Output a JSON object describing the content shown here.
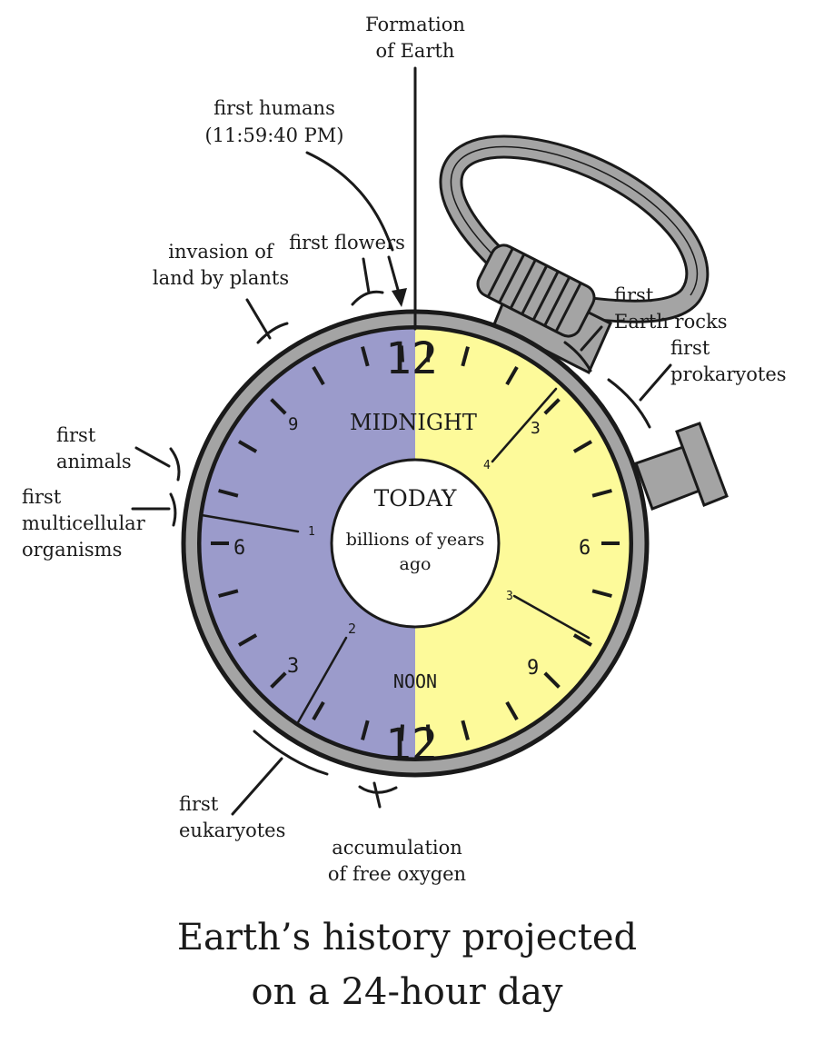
{
  "top_label": {
    "line1": "Formation",
    "line2": "of Earth"
  },
  "events": {
    "first_humans": {
      "line1": "first humans",
      "line2": "(11:59:40 PM)"
    },
    "first_flowers": {
      "line1": "first flowers"
    },
    "invasion": {
      "line1": "invasion of",
      "line2": "land by plants"
    },
    "first_animals": {
      "line1": "first",
      "line2": "animals"
    },
    "multicellular": {
      "line1": "first",
      "line2": "multicellular",
      "line3": "organisms"
    },
    "rocks": {
      "line1": "first",
      "line2": "Earth rocks"
    },
    "prokaryotes": {
      "line1": "first",
      "line2": "prokaryotes"
    },
    "eukaryotes": {
      "line1": "first",
      "line2": "eukaryotes"
    },
    "oxygen": {
      "line1": "accumulation",
      "line2": "of free oxygen"
    }
  },
  "dial": {
    "midnight": "MIDNIGHT",
    "noon": "NOON",
    "top_hour": "12",
    "bottom_hour": "12",
    "left_hours": {
      "h9": "9",
      "h6": "6",
      "h3": "3"
    },
    "right_hours": {
      "h3": "3",
      "h6": "6",
      "h9": "9"
    },
    "billion_marks": {
      "b1": "1",
      "b2": "2",
      "b3": "3",
      "b4": "4"
    },
    "center_title": "TODAY",
    "center_sub1": "billions of years",
    "center_sub2": "ago"
  },
  "caption": {
    "line1": "Earth’s history projected",
    "line2": "on a 24-hour day"
  },
  "colors": {
    "night": "#9b9bcb",
    "day": "#fdfa9a",
    "metal": "#a4a4a4",
    "ink": "#1a1a1a"
  },
  "icons": [
    "stopwatch-icon"
  ]
}
